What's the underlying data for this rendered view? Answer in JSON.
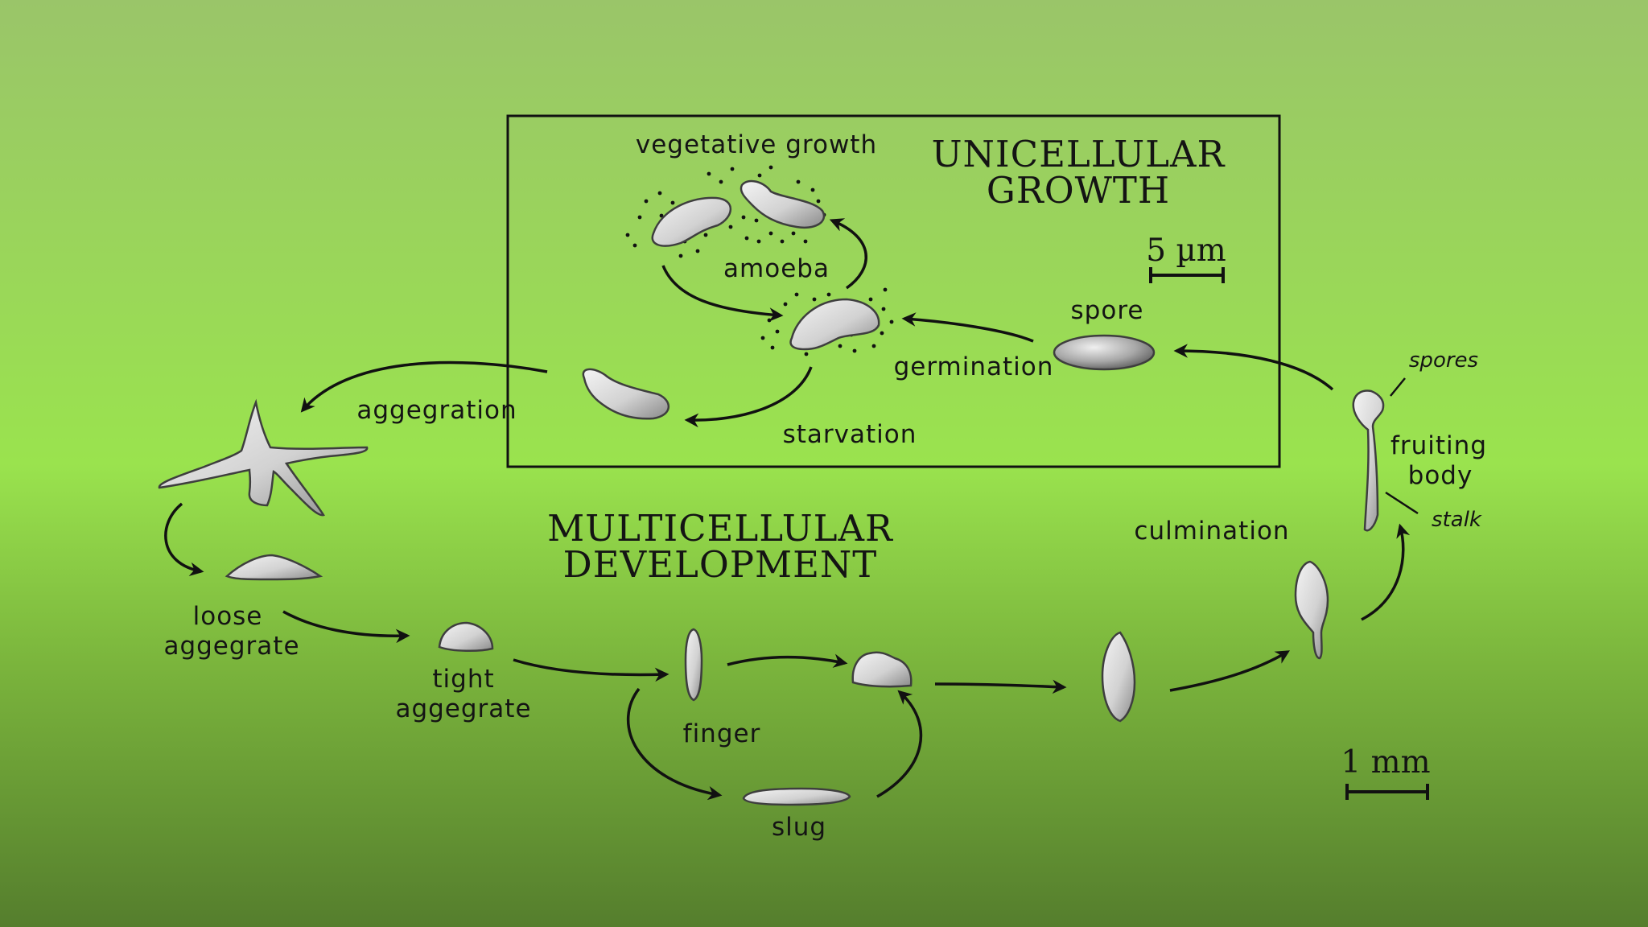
{
  "titles": {
    "unicellular_line1": "UNICELLULAR",
    "unicellular_line2": "GROWTH",
    "multicellular_line1": "MULTICELLULAR",
    "multicellular_line2": "DEVELOPMENT"
  },
  "labels": {
    "vegetative_growth": "vegetative growth",
    "amoeba": "amoeba",
    "spore": "spore",
    "germination": "germination",
    "aggegration": "aggegration",
    "starvation": "starvation",
    "loose_aggregate_line1": "loose",
    "loose_aggregate_line2": "aggegrate",
    "tight_aggregate_line1": "tight",
    "tight_aggregate_line2": "aggegrate",
    "finger": "finger",
    "slug": "slug",
    "culmination": "culmination",
    "fruiting_body_line1": "fruiting",
    "fruiting_body_line2": "body",
    "spores": "spores",
    "stalk": "stalk"
  },
  "scale_bars": {
    "micro": "5 µm",
    "macro": "1 mm"
  },
  "colors": {
    "ink": "#141414",
    "cell_light": "#f2f2f2",
    "cell_dark": "#8a8a8a"
  }
}
